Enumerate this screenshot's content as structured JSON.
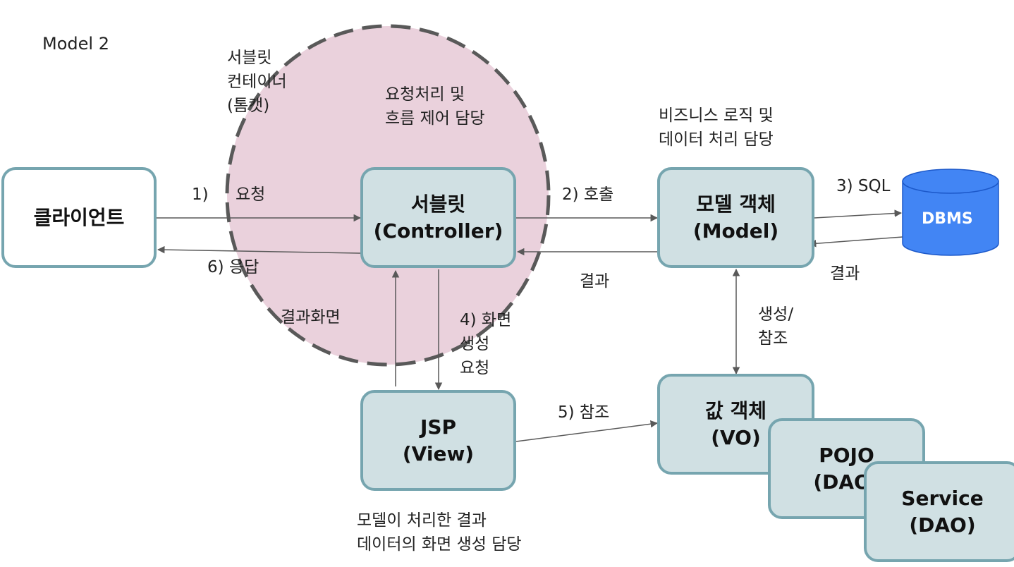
{
  "title": "Model 2",
  "container_label": [
    "서블릿",
    "컨테이너",
    "(톰캣)"
  ],
  "controller_role": [
    "요청처리 및",
    "흐름 제어 담당"
  ],
  "model_role": [
    "비즈니스 로직 및",
    "데이터 처리 담당"
  ],
  "view_role": [
    "모델이 처리한 결과",
    "데이터의 화면 생성 담당"
  ],
  "nodes": {
    "client": "클라이언트",
    "controller": {
      "name": "서블릿",
      "sub": "(Controller)"
    },
    "model": {
      "name": "모델 객체",
      "sub": "(Model)"
    },
    "db": "DBMS",
    "view": {
      "name": "JSP",
      "sub": "(View)"
    },
    "vo": {
      "name": "값 객체",
      "sub": "(VO)"
    },
    "pojo": {
      "name": "POJO",
      "sub": "(DAO)"
    },
    "service": {
      "name": "Service",
      "sub": "(DAO)"
    }
  },
  "edges": {
    "request_num": "1)",
    "request": "요청",
    "response": "6)  응답",
    "result_screen": "결과화면",
    "call": "2) 호출",
    "result_model": "결과",
    "sql": "3) SQL",
    "result_db": "결과",
    "render": [
      "4) 화면",
      "생성",
      "요청"
    ],
    "create_ref": [
      "생성/",
      "참조"
    ],
    "ref": "5) 참조"
  },
  "colors": {
    "box_fill": "#d0e0e3",
    "box_border": "#76a5af",
    "container_fill": "#ead1dc",
    "container_border": "#595959",
    "db_fill": "#4285f4",
    "line": "#595959"
  }
}
